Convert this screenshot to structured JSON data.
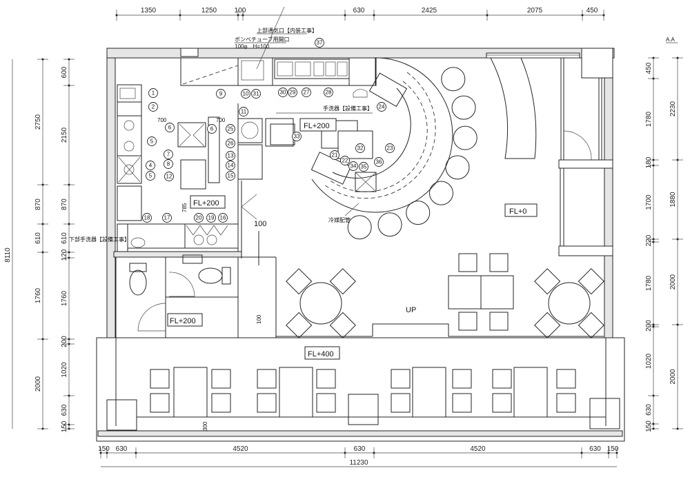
{
  "drawing": {
    "section_mark": "A.A",
    "dimensions": {
      "top": [
        "1350",
        "1250",
        "100",
        "630",
        "2425",
        "2075",
        "450"
      ],
      "left_total": "8110",
      "left_mid": [
        "2750",
        "870",
        "610",
        "1760",
        "2000"
      ],
      "left_inner": [
        "600",
        "2150",
        "870",
        "610",
        "120",
        "1760",
        "200",
        "1020",
        "630",
        "150"
      ],
      "right_inner": [
        "450",
        "1780",
        "180",
        "1700",
        "220",
        "1780",
        "200",
        "1020",
        "630",
        "150"
      ],
      "right_outer": [
        "2230",
        "1880",
        "2000",
        "2000"
      ],
      "bottom": [
        "150",
        "630",
        "4520",
        "630",
        "4520",
        "630",
        "150"
      ],
      "bottom_total": "11230"
    },
    "floor_levels": {
      "kitchen_counter": "FL+200",
      "kitchen_back": "FL+200",
      "toilet": "FL+200",
      "dining": "FL+0",
      "terrace": "FL+400"
    },
    "annotations": {
      "vent": "上部通気口【内装工事】",
      "cylinder_opening_1": "ボンベチューブ用開口",
      "cylinder_opening_2": "100φ　H=100",
      "hand_sink": "手洗器【設備工事】",
      "lower_hand_sink": "下部手洗器【設備工事】",
      "refrigerant_pipe": "冷媒配管",
      "up": "UP",
      "step_100a": "100",
      "step_100b": "100",
      "dim_300": "300",
      "dim_785": "785",
      "dim_700a": "700",
      "dim_700b": "700"
    },
    "equipment": [
      "1",
      "2",
      "4",
      "5",
      "5",
      "6",
      "6",
      "7",
      "8",
      "12",
      "9",
      "10",
      "31",
      "30",
      "29",
      "27",
      "28",
      "11",
      "25",
      "26",
      "13",
      "14",
      "15",
      "33",
      "32",
      "24",
      "23",
      "21",
      "22",
      "34",
      "35",
      "36",
      "37",
      "18",
      "17",
      "20",
      "19",
      "16",
      "37"
    ]
  }
}
